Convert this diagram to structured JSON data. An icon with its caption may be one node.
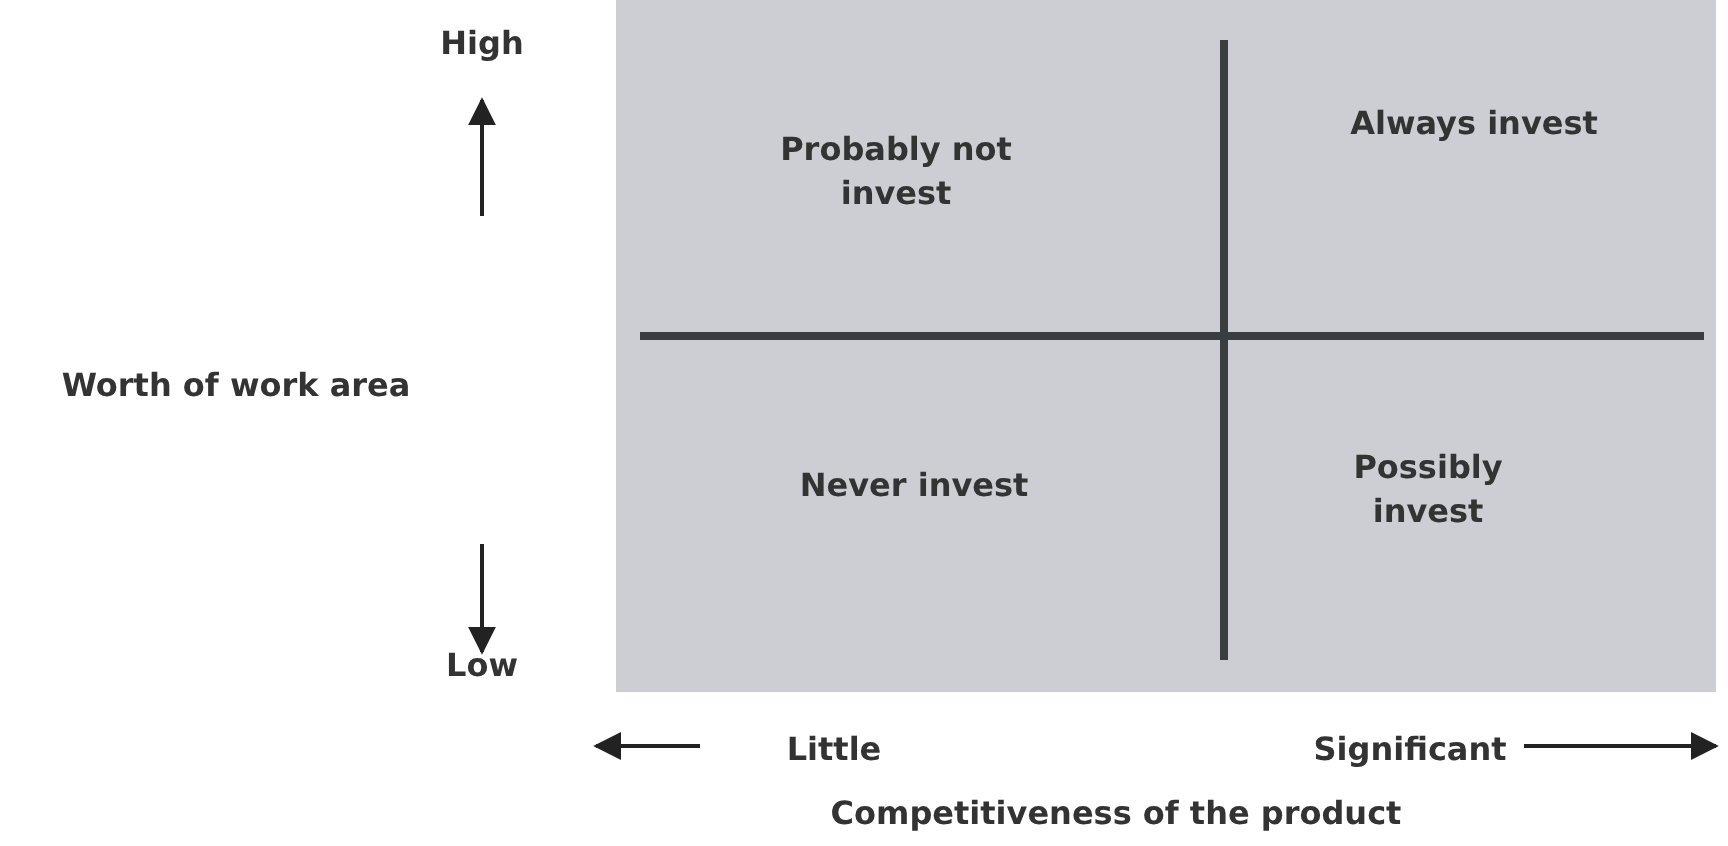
{
  "diagram": {
    "labels": [
      "High",
      "Probably not invest",
      "Always invest",
      "Worth of work area",
      "Never invest",
      "Possibly invest",
      "Low",
      "Little",
      "Significant",
      "Competitiveness of the product"
    ]
  }
}
